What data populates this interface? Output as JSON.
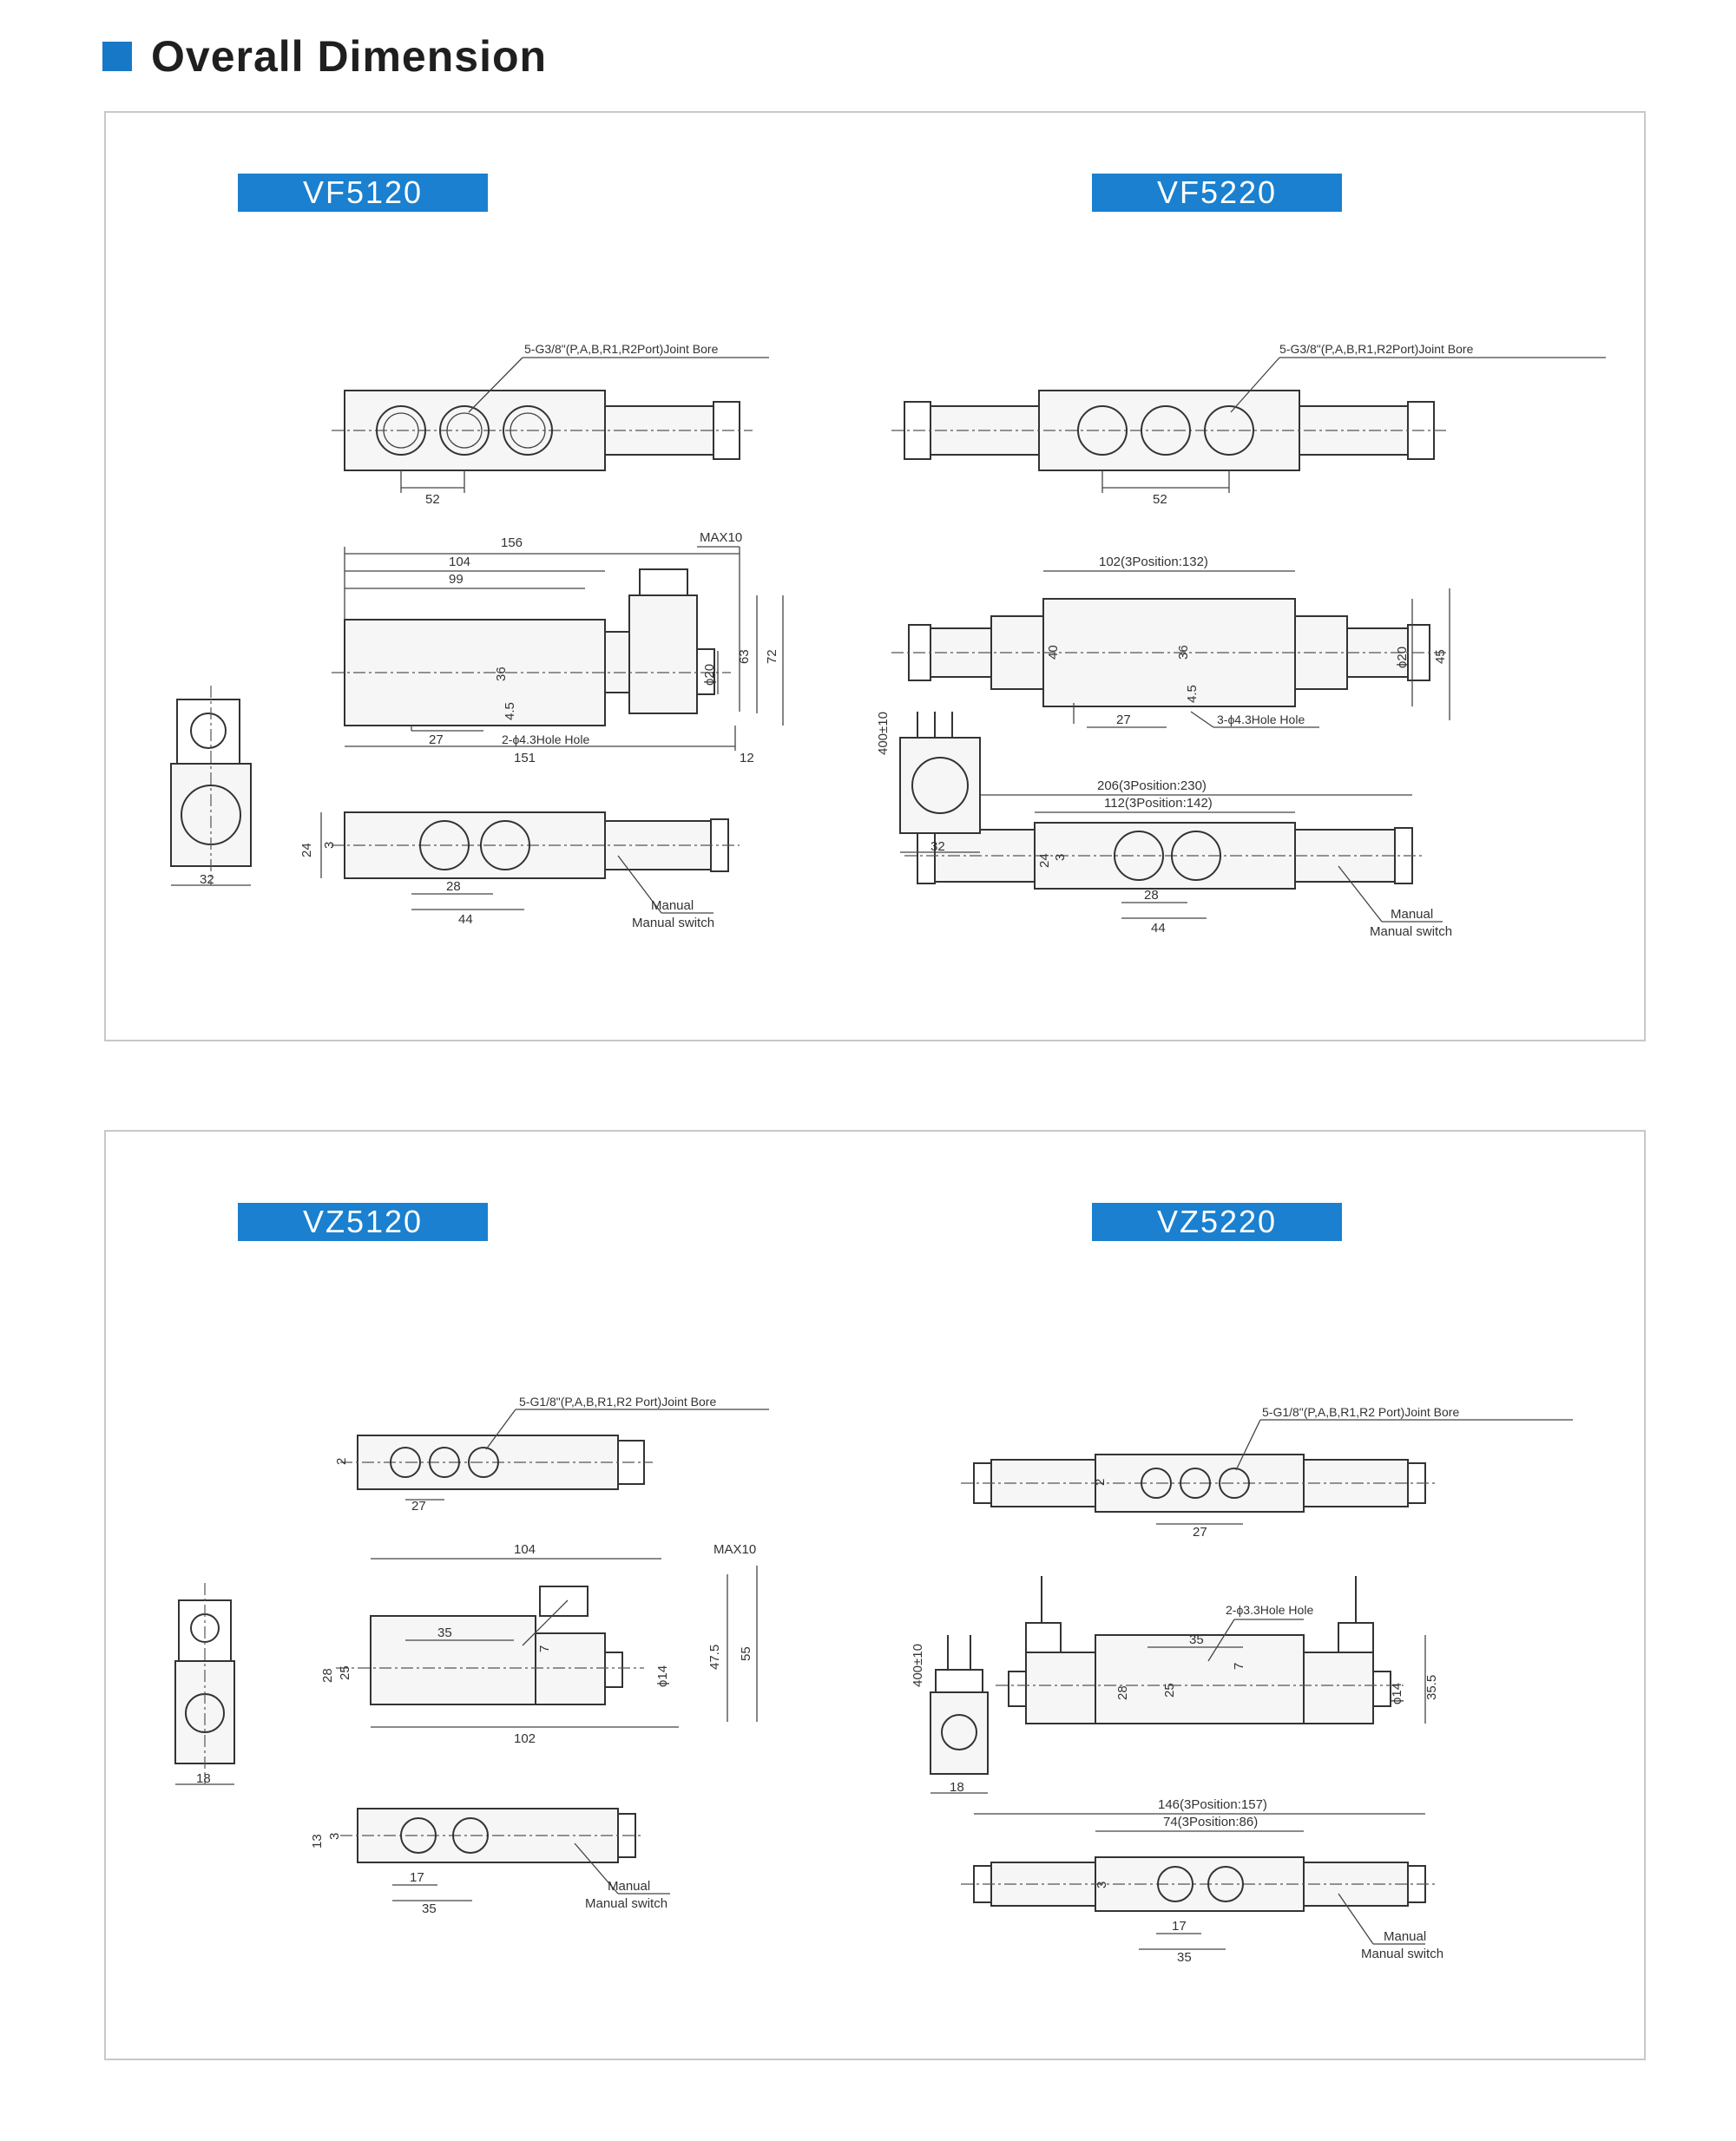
{
  "heading": "Overall Dimension",
  "colors": {
    "accent": "#1a80cf",
    "heading_square": "#1878c8",
    "panel_border": "#c8c8c8"
  },
  "models": {
    "vf5120": {
      "label": "VF5120",
      "port_note": "5-G3/8\"(P,A,B,R1,R2Port)Joint Bore",
      "hole_note": "2-ϕ4.3Hole Hole",
      "manual": "Manual",
      "manual_switch": "Manual switch",
      "dims": {
        "d52": "52",
        "d156": "156",
        "max10": "MAX10",
        "d104": "104",
        "d99": "99",
        "d63": "63",
        "d72": "72",
        "d36": "36",
        "d4_5": "4.5",
        "d20": "ϕ20",
        "d27": "27",
        "d151": "151",
        "d12": "12",
        "d24": "24",
        "d3": "3",
        "d28": "28",
        "d44": "44",
        "d32": "32"
      }
    },
    "vf5220": {
      "label": "VF5220",
      "port_note": "5-G3/8\"(P,A,B,R1,R2Port)Joint Bore",
      "hole_note": "3-ϕ4.3Hole Hole",
      "manual": "Manual",
      "manual_switch": "Manual switch",
      "dims": {
        "d52": "52",
        "d102": "102(3Position:132)",
        "d40": "40",
        "d36": "36",
        "d20": "ϕ20",
        "d45": "45",
        "d4_5": "4.5",
        "d27": "27",
        "d206": "206(3Position:230)",
        "d112": "112(3Position:142)",
        "d24": "24",
        "d3": "3",
        "d28": "28",
        "d44": "44",
        "cable": "400±10",
        "d32": "32"
      }
    },
    "vz5120": {
      "label": "VZ5120",
      "port_note": "5-G1/8\"(P,A,B,R1,R2 Port)Joint Bore",
      "manual": "Manual",
      "manual_switch": "Manual switch",
      "dims": {
        "d2": "2",
        "d27": "27",
        "d104": "104",
        "max10": "MAX10",
        "d35": "35",
        "d7": "7",
        "d28": "28",
        "d25": "25",
        "d14": "ϕ14",
        "d47_5": "47.5",
        "d55": "55",
        "d102": "102",
        "d13": "13",
        "d3": "3",
        "d17": "17",
        "d35b": "35",
        "d18": "18"
      }
    },
    "vz5220": {
      "label": "VZ5220",
      "port_note": "5-G1/8\"(P,A,B,R1,R2 Port)Joint Bore",
      "hole_note": "2-ϕ3.3Hole Hole",
      "manual": "Manual",
      "manual_switch": "Manual switch",
      "dims": {
        "d2": "2",
        "d27": "27",
        "d35": "35",
        "d7": "7",
        "d28": "28",
        "d25": "25",
        "d14": "ϕ14",
        "d35_5": "35.5",
        "d146": "146(3Position:157)",
        "d74": "74(3Position:86)",
        "d3": "3",
        "d17": "17",
        "d35b": "35",
        "cable": "400±10",
        "d18": "18"
      }
    }
  }
}
